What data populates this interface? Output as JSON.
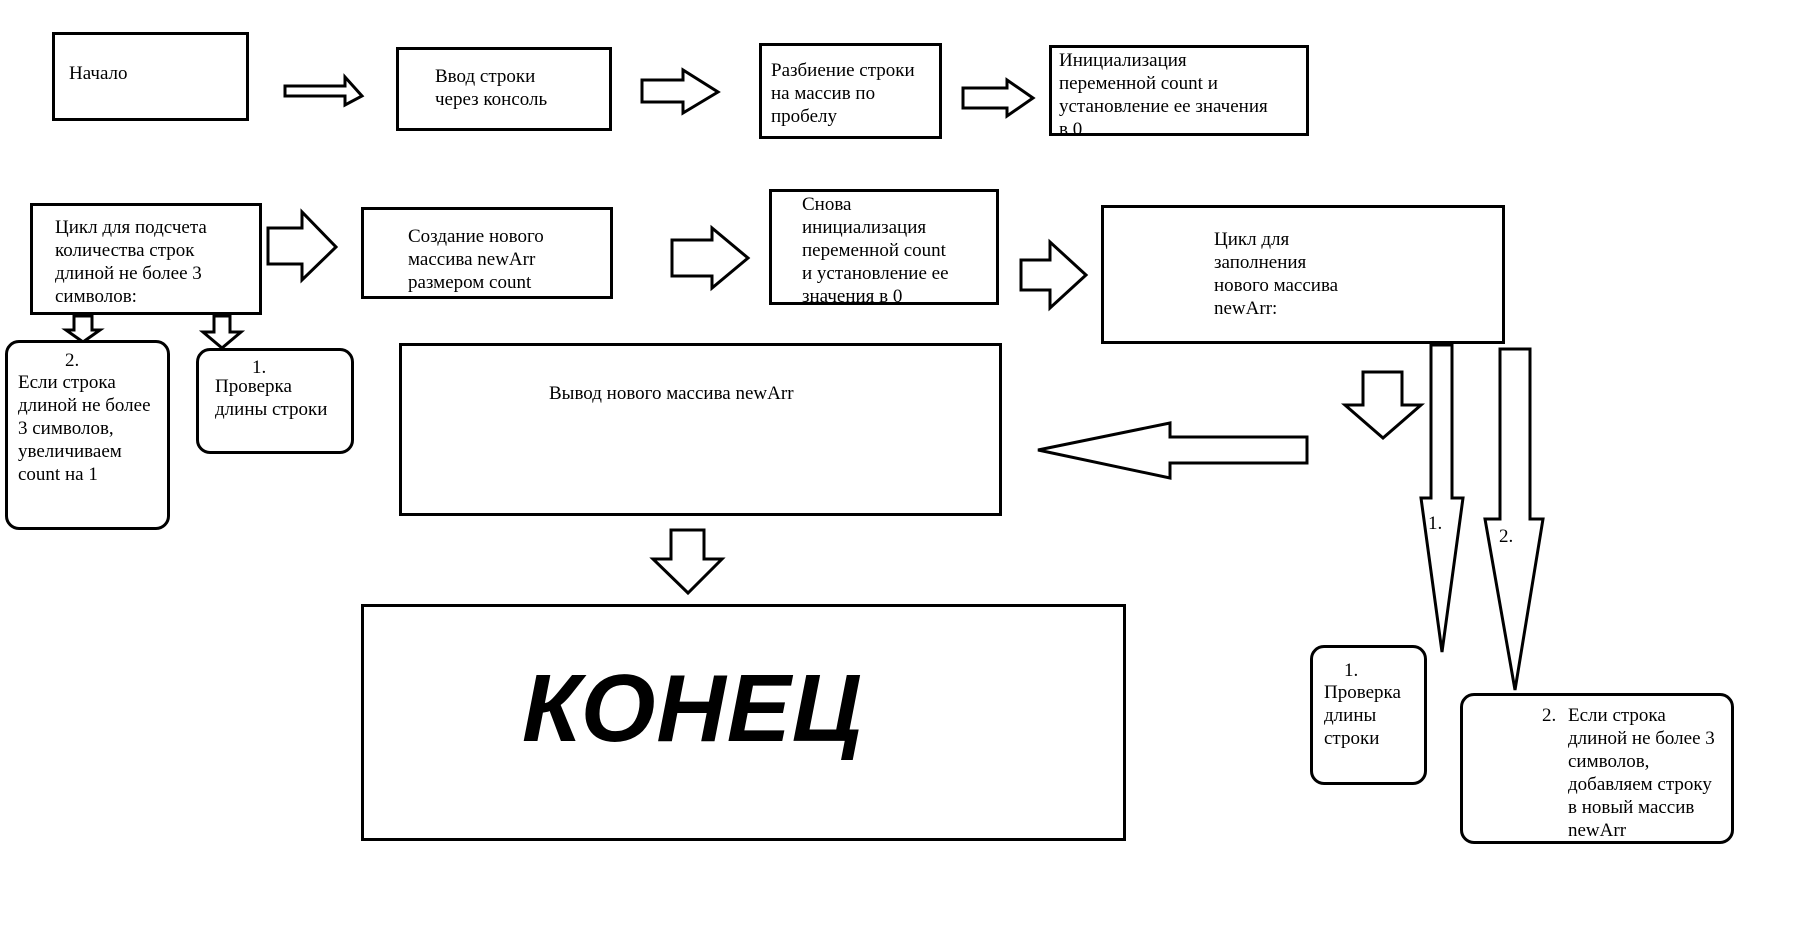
{
  "nodes": {
    "start": "Начало",
    "input": "Ввод строки\nчерез консоль",
    "split": "Разбиение строки\nна массив по\nпробелу",
    "init_count": "Инициализация\nпеременной count и\nустановление ее значения\nв 0",
    "count_loop": "Цикл для подсчета\nколичества строк\nдлиной не более 3\nсимволов:",
    "count_step2_num": "2.",
    "count_step2": "Если строка\nдлиной не более\n3 символов,\nувеличиваем\ncount на 1",
    "count_step1_num": "1.",
    "count_step1": "Проверка\nдлины строки",
    "create_array": "Создание нового\nмассива newArr\nразмером count",
    "reinit_count": "Снова\nинициализация\nпеременной count\nи установление ее\nзначения в 0",
    "fill_loop": "Цикл для\nзаполнения\nнового массива\nnewArr:",
    "output": "Вывод нового массива newArr",
    "fill_arrow1_num": "1.",
    "fill_arrow2_num": "2.",
    "fill_step1_num": "1.",
    "fill_step1": "Проверка\nдлины\nстроки",
    "fill_step2_num": "2.",
    "fill_step2": "Если строка\nдлиной не более 3\nсимволов,\nдобавляем строку\nв новый массив\nnewArr",
    "end": "КОНЕЦ"
  }
}
